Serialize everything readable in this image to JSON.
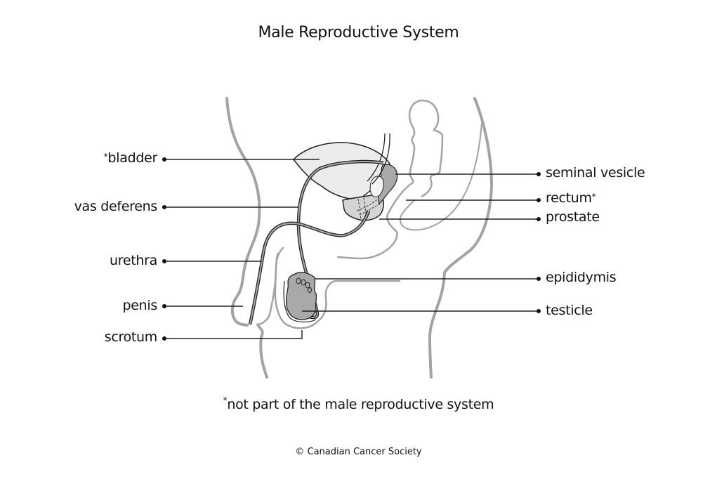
{
  "title": "Male Reproductive System",
  "labels_left": [
    {
      "id": "bladder",
      "text": "bladder",
      "asterisk": "*"
    },
    {
      "id": "vas-deferens",
      "text": "vas deferens"
    },
    {
      "id": "urethra",
      "text": "urethra"
    },
    {
      "id": "penis",
      "text": "penis"
    },
    {
      "id": "scrotum",
      "text": "scrotum"
    }
  ],
  "labels_right": [
    {
      "id": "seminal-vesicle",
      "text": "seminal vesicle"
    },
    {
      "id": "rectum",
      "text": "rectum",
      "asterisk": "*"
    },
    {
      "id": "prostate",
      "text": "prostate"
    },
    {
      "id": "epididymis",
      "text": "epididymis"
    },
    {
      "id": "testicle",
      "text": "testicle"
    }
  ],
  "footnote": {
    "asterisk": "*",
    "text": "not part of the male reproductive system"
  },
  "copyright": "© Canadian Cancer Society",
  "colors": {
    "body_outline": "#a3a3a3",
    "organ_fill_light": "#ececec",
    "organ_fill_mid": "#d4d4d4",
    "organ_fill_dark": "#a9a9a9",
    "leader_line": "#222222",
    "text": "#111111"
  }
}
